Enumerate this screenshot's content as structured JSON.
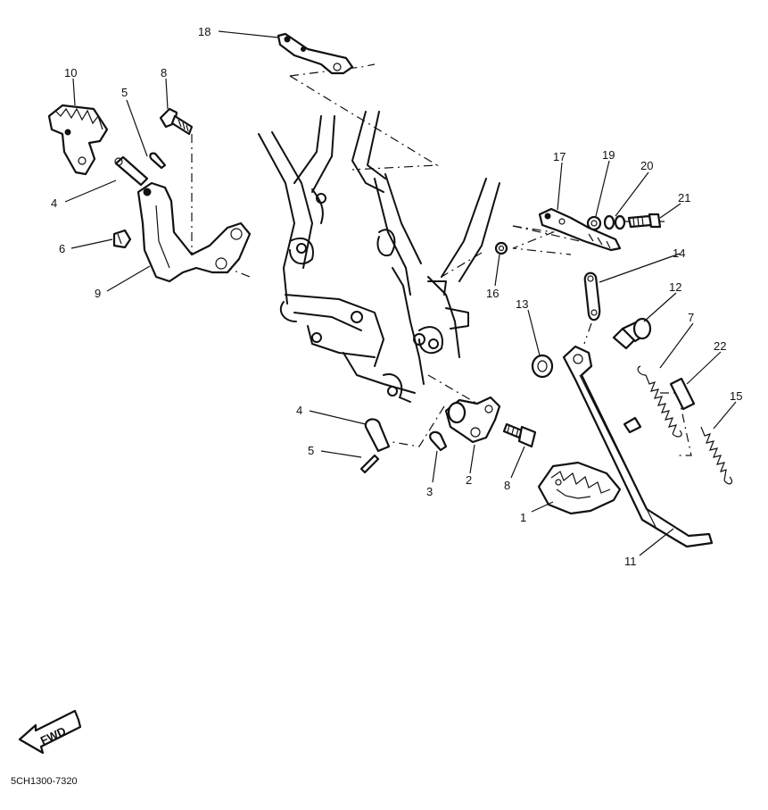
{
  "diagram": {
    "code": "5CH1300-7320",
    "fwd_label": "FWD",
    "callouts": [
      {
        "id": "c1",
        "text": "1"
      },
      {
        "id": "c2",
        "text": "2"
      },
      {
        "id": "c3",
        "text": "3"
      },
      {
        "id": "c4a",
        "text": "4"
      },
      {
        "id": "c4b",
        "text": "4"
      },
      {
        "id": "c5a",
        "text": "5"
      },
      {
        "id": "c5b",
        "text": "5"
      },
      {
        "id": "c6",
        "text": "6"
      },
      {
        "id": "c7",
        "text": "7"
      },
      {
        "id": "c8a",
        "text": "8"
      },
      {
        "id": "c8b",
        "text": "8"
      },
      {
        "id": "c9",
        "text": "9"
      },
      {
        "id": "c10",
        "text": "10"
      },
      {
        "id": "c11",
        "text": "11"
      },
      {
        "id": "c12",
        "text": "12"
      },
      {
        "id": "c13",
        "text": "13"
      },
      {
        "id": "c14",
        "text": "14"
      },
      {
        "id": "c15",
        "text": "15"
      },
      {
        "id": "c16",
        "text": "16"
      },
      {
        "id": "c17",
        "text": "17"
      },
      {
        "id": "c18",
        "text": "18"
      },
      {
        "id": "c19",
        "text": "19"
      },
      {
        "id": "c20",
        "text": "20"
      },
      {
        "id": "c21",
        "text": "21"
      },
      {
        "id": "c22",
        "text": "22"
      }
    ]
  }
}
